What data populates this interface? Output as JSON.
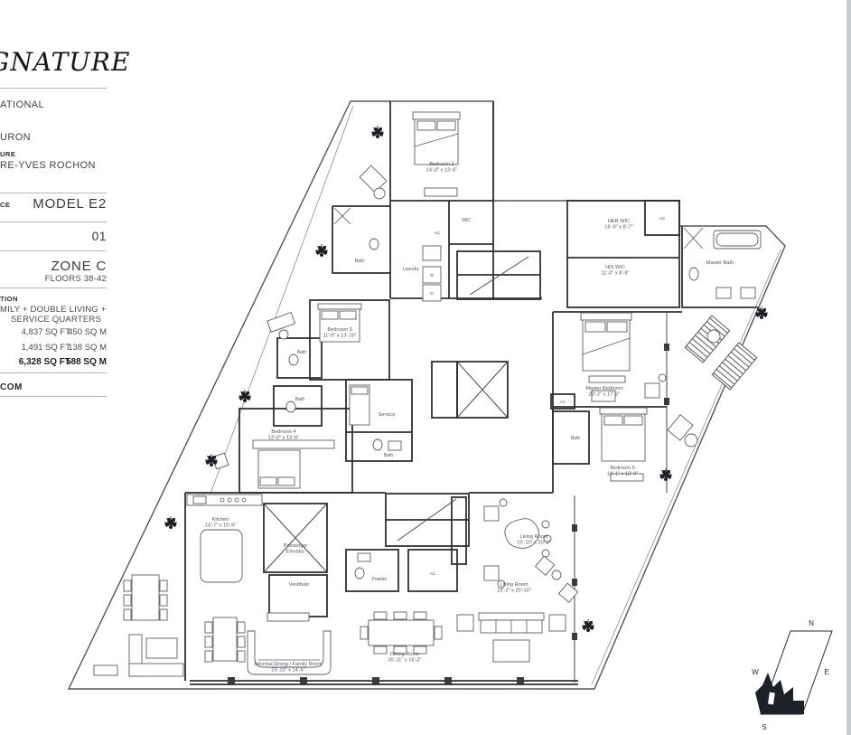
{
  "sidebar": {
    "brand": "IGNATURE",
    "line_international": "ATIONAL",
    "line_huron": "URON",
    "tag_architecture": "URE",
    "line_architect": "RE-YVES ROCHON",
    "tag_residence": "CE",
    "model": "MODEL E2",
    "page": "01",
    "zone": "ZONE C",
    "floors": "FLOORS 38-42",
    "tag_description": "TION",
    "desc_line1": "MILY + DOUBLE LIVING +",
    "desc_line2": "SERVICE QUARTERS",
    "area_rows": [
      {
        "sqft": "4,837 SQ FT",
        "sqm": "450 SQ M"
      },
      {
        "sqft": "1,491 SQ FT",
        "sqm": "138 SQ M"
      },
      {
        "sqft": "6,328 SQ FT",
        "sqm": "588 SQ M"
      }
    ],
    "footer": "COM"
  },
  "plan": {
    "rooms": [
      {
        "id": "bedroom-2",
        "lines": [
          "Bedroom 2",
          "14'-0\" x 13'-6\""
        ]
      },
      {
        "id": "wic",
        "lines": [
          "WIC"
        ]
      },
      {
        "id": "ac-top",
        "lines": [
          "AC"
        ]
      },
      {
        "id": "laundry",
        "lines": [
          "Laundry"
        ]
      },
      {
        "id": "washer",
        "lines": [
          "W"
        ]
      },
      {
        "id": "dryer",
        "lines": [
          "D"
        ]
      },
      {
        "id": "bath-bedroom-2",
        "lines": [
          "Bath"
        ]
      },
      {
        "id": "her-wic",
        "lines": [
          "HER WIC",
          "16'-9\" x 8'-7\""
        ]
      },
      {
        "id": "ac-her-wic",
        "lines": [
          "AC"
        ]
      },
      {
        "id": "his-wic",
        "lines": [
          "HIS WIC",
          "11'-0\" x 8'-8\""
        ]
      },
      {
        "id": "master-bath",
        "lines": [
          "Master Bath"
        ]
      },
      {
        "id": "bedroom-3",
        "lines": [
          "Bedroom 3",
          "11'-9\" x 13'-10\""
        ]
      },
      {
        "id": "bath-bedroom-3",
        "lines": [
          "Bath"
        ]
      },
      {
        "id": "bath-bedroom-4",
        "lines": [
          "Bath"
        ]
      },
      {
        "id": "bedroom-4",
        "lines": [
          "Bedroom 4",
          "13'-0\" x 13'-6\""
        ]
      },
      {
        "id": "service",
        "lines": [
          "Service"
        ]
      },
      {
        "id": "bath-service",
        "lines": [
          "Bath"
        ]
      },
      {
        "id": "master-bedroom",
        "lines": [
          "Master Bedroom",
          "20'-2\" x 17'-2\""
        ]
      },
      {
        "id": "ac-master",
        "lines": [
          "AC"
        ]
      },
      {
        "id": "bath-bedroom-5",
        "lines": [
          "Bath"
        ]
      },
      {
        "id": "bedroom-5",
        "lines": [
          "Bedroom 5",
          "14'-1\" x 12'-9\""
        ]
      },
      {
        "id": "kitchen",
        "lines": [
          "Kitchen",
          "13'-7\" x 15'-9\""
        ]
      },
      {
        "id": "passenger-elevator",
        "lines": [
          "Passenger",
          "Elevator"
        ]
      },
      {
        "id": "vestibule",
        "lines": [
          "Vestibule"
        ]
      },
      {
        "id": "powder",
        "lines": [
          "Powder"
        ]
      },
      {
        "id": "ac-lower",
        "lines": [
          "AC"
        ]
      },
      {
        "id": "living-room-upper",
        "lines": [
          "Living Room",
          "15'-10\" x 20'-2\""
        ]
      },
      {
        "id": "living-room-lower",
        "lines": [
          "Living Room",
          "23'-2\" x 20'-10\""
        ]
      },
      {
        "id": "dining-room",
        "lines": [
          "Dining Room",
          "20'-11\" x 16'-2\""
        ]
      },
      {
        "id": "informal-dining",
        "lines": [
          "Informal Dining / Family Room",
          "23'-10\" x 14'-6\""
        ]
      }
    ]
  },
  "compass": {
    "n": "N",
    "e": "E",
    "s": "S",
    "w": "W"
  }
}
